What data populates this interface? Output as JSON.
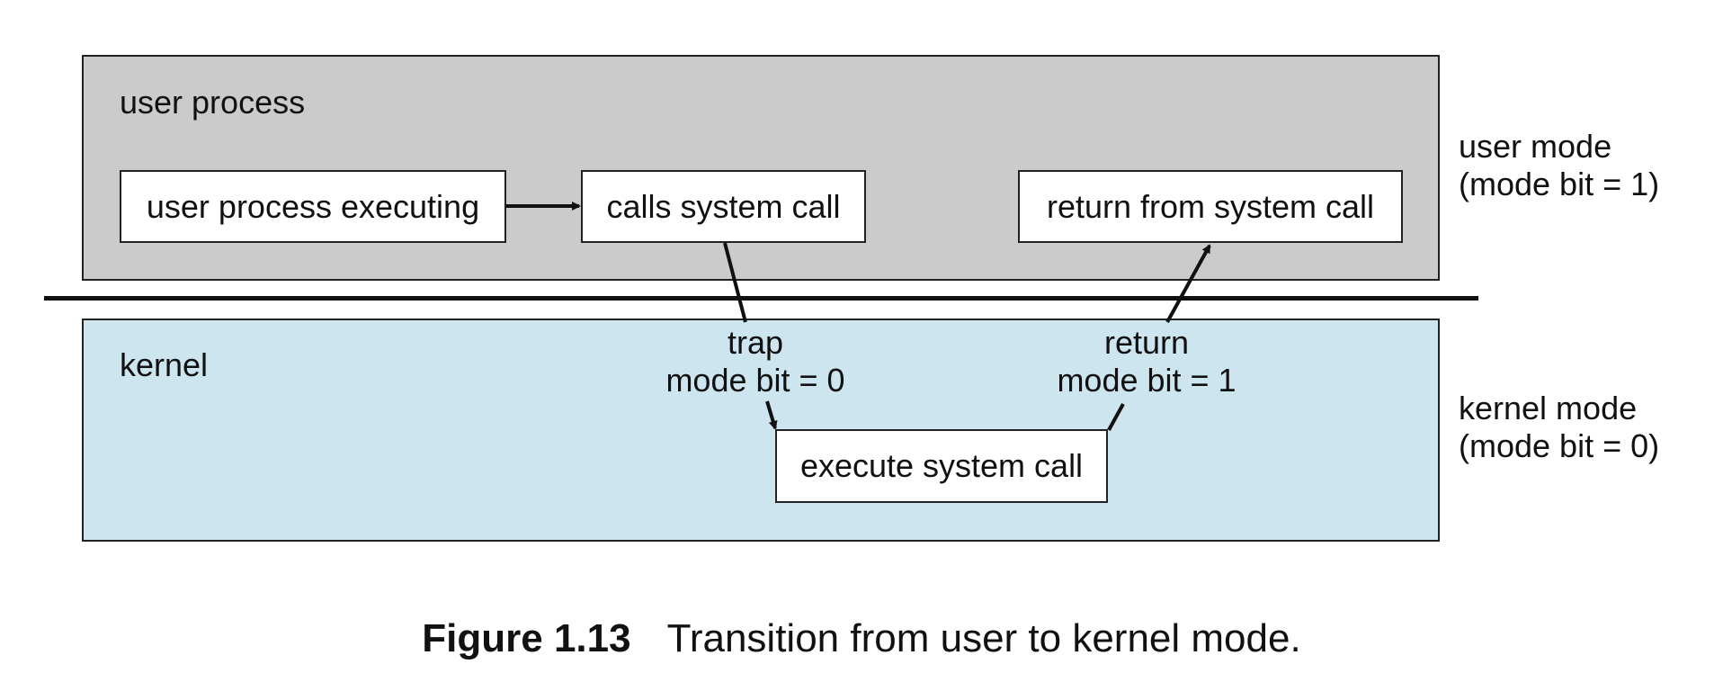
{
  "regions": {
    "user": {
      "label": "user process",
      "fill": "#cbcbcb"
    },
    "kernel": {
      "label": "kernel",
      "fill": "#cde5ee"
    }
  },
  "boxes": {
    "user_process_executing": "user process executing",
    "calls_system_call": "calls system call",
    "return_from_system_call": "return from system call",
    "execute_system_call": "execute system call"
  },
  "modes": {
    "user": {
      "line1": "user mode",
      "line2": "(mode bit = 1)"
    },
    "kernel": {
      "line1": "kernel mode",
      "line2": "(mode bit = 0)"
    }
  },
  "transitions": {
    "trap": {
      "line1": "trap",
      "line2": "mode bit = 0"
    },
    "return": {
      "line1": "return",
      "line2": "mode bit = 1"
    }
  },
  "caption": {
    "number": "Figure 1.13",
    "text": "Transition from user to kernel mode."
  }
}
